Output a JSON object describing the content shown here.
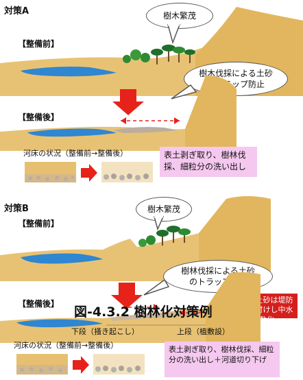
{
  "plan_a": {
    "title": "対策A",
    "before_label": "【整備前】",
    "bubble_trees": "樹木繁茂",
    "bubble_trap": "樹木伐採による土砂のトラップ防止",
    "after_label": "【整備後】",
    "riverbed_label": "河床の状況（整備前→整備後）",
    "measure_note": "表土剥ぎ取り、樹林伐採、細粒分の洗い出し"
  },
  "plan_b": {
    "title": "対策B",
    "before_label": "【整備前】",
    "bubble_trees": "樹木繁茂",
    "bubble_trap": "樹林伐採による土砂のトラップ防止",
    "after_label": "【整備後】",
    "red_note": "掘削土砂は堤防に腹付けし中水敷化",
    "lower_tier": "下段（掻き起こし）",
    "upper_tier": "上段（植敷設）",
    "riverbed_label": "河床の状況（整備前→整備後）",
    "measure_note": "表土剥ぎ取り、樹林伐採、細粒分の洗い出し＋河道切り下げ"
  },
  "caption": "図-4.3.2 樹林化対策例",
  "colors": {
    "sand": "#e8c274",
    "water": "#2f86d1",
    "red": "#e6221b",
    "pink": "#f5c8ef",
    "tree": "#2e8b32"
  }
}
